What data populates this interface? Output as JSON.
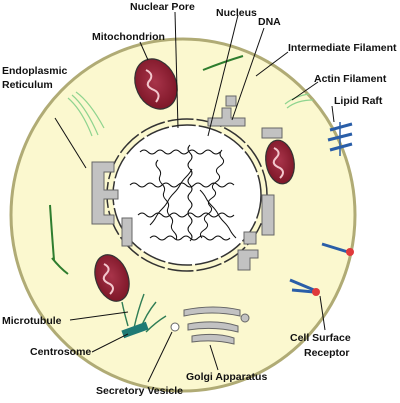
{
  "labels": {
    "nuclear_pore": "Nuclear Pore",
    "nucleus": "Nucleus",
    "dna": "DNA",
    "mitochondrion": "Mitochondrion",
    "intermediate_filament": "Intermediate Filament",
    "endoplasmic_reticulum_1": "Endoplasmic",
    "endoplasmic_reticulum_2": "Reticulum",
    "actin_filament": "Actin Filament",
    "lipid_raft": "Lipid Raft",
    "microtubule": "Microtubule",
    "centrosome": "Centrosome",
    "cell_surface_receptor_1": "Cell Surface",
    "cell_surface_receptor_2": "Receptor",
    "secretory_vesicle": "Secretory Vesicle",
    "golgi_apparatus": "Golgi Apparatus"
  },
  "colors": {
    "cytoplasm": "#fbf8cf",
    "membrane": "#b0ab75",
    "mitochondrion": "#8c1a2d",
    "organelle_gray": "#c2c2c2",
    "intermediate_filament": "#2e7d2e",
    "actin_filament": "#8fd48f",
    "microtubule": "#2f7d55",
    "centrosome": "#1f7a74",
    "receptor": "#2a5ea8",
    "receptor_tip": "#e0393b"
  }
}
